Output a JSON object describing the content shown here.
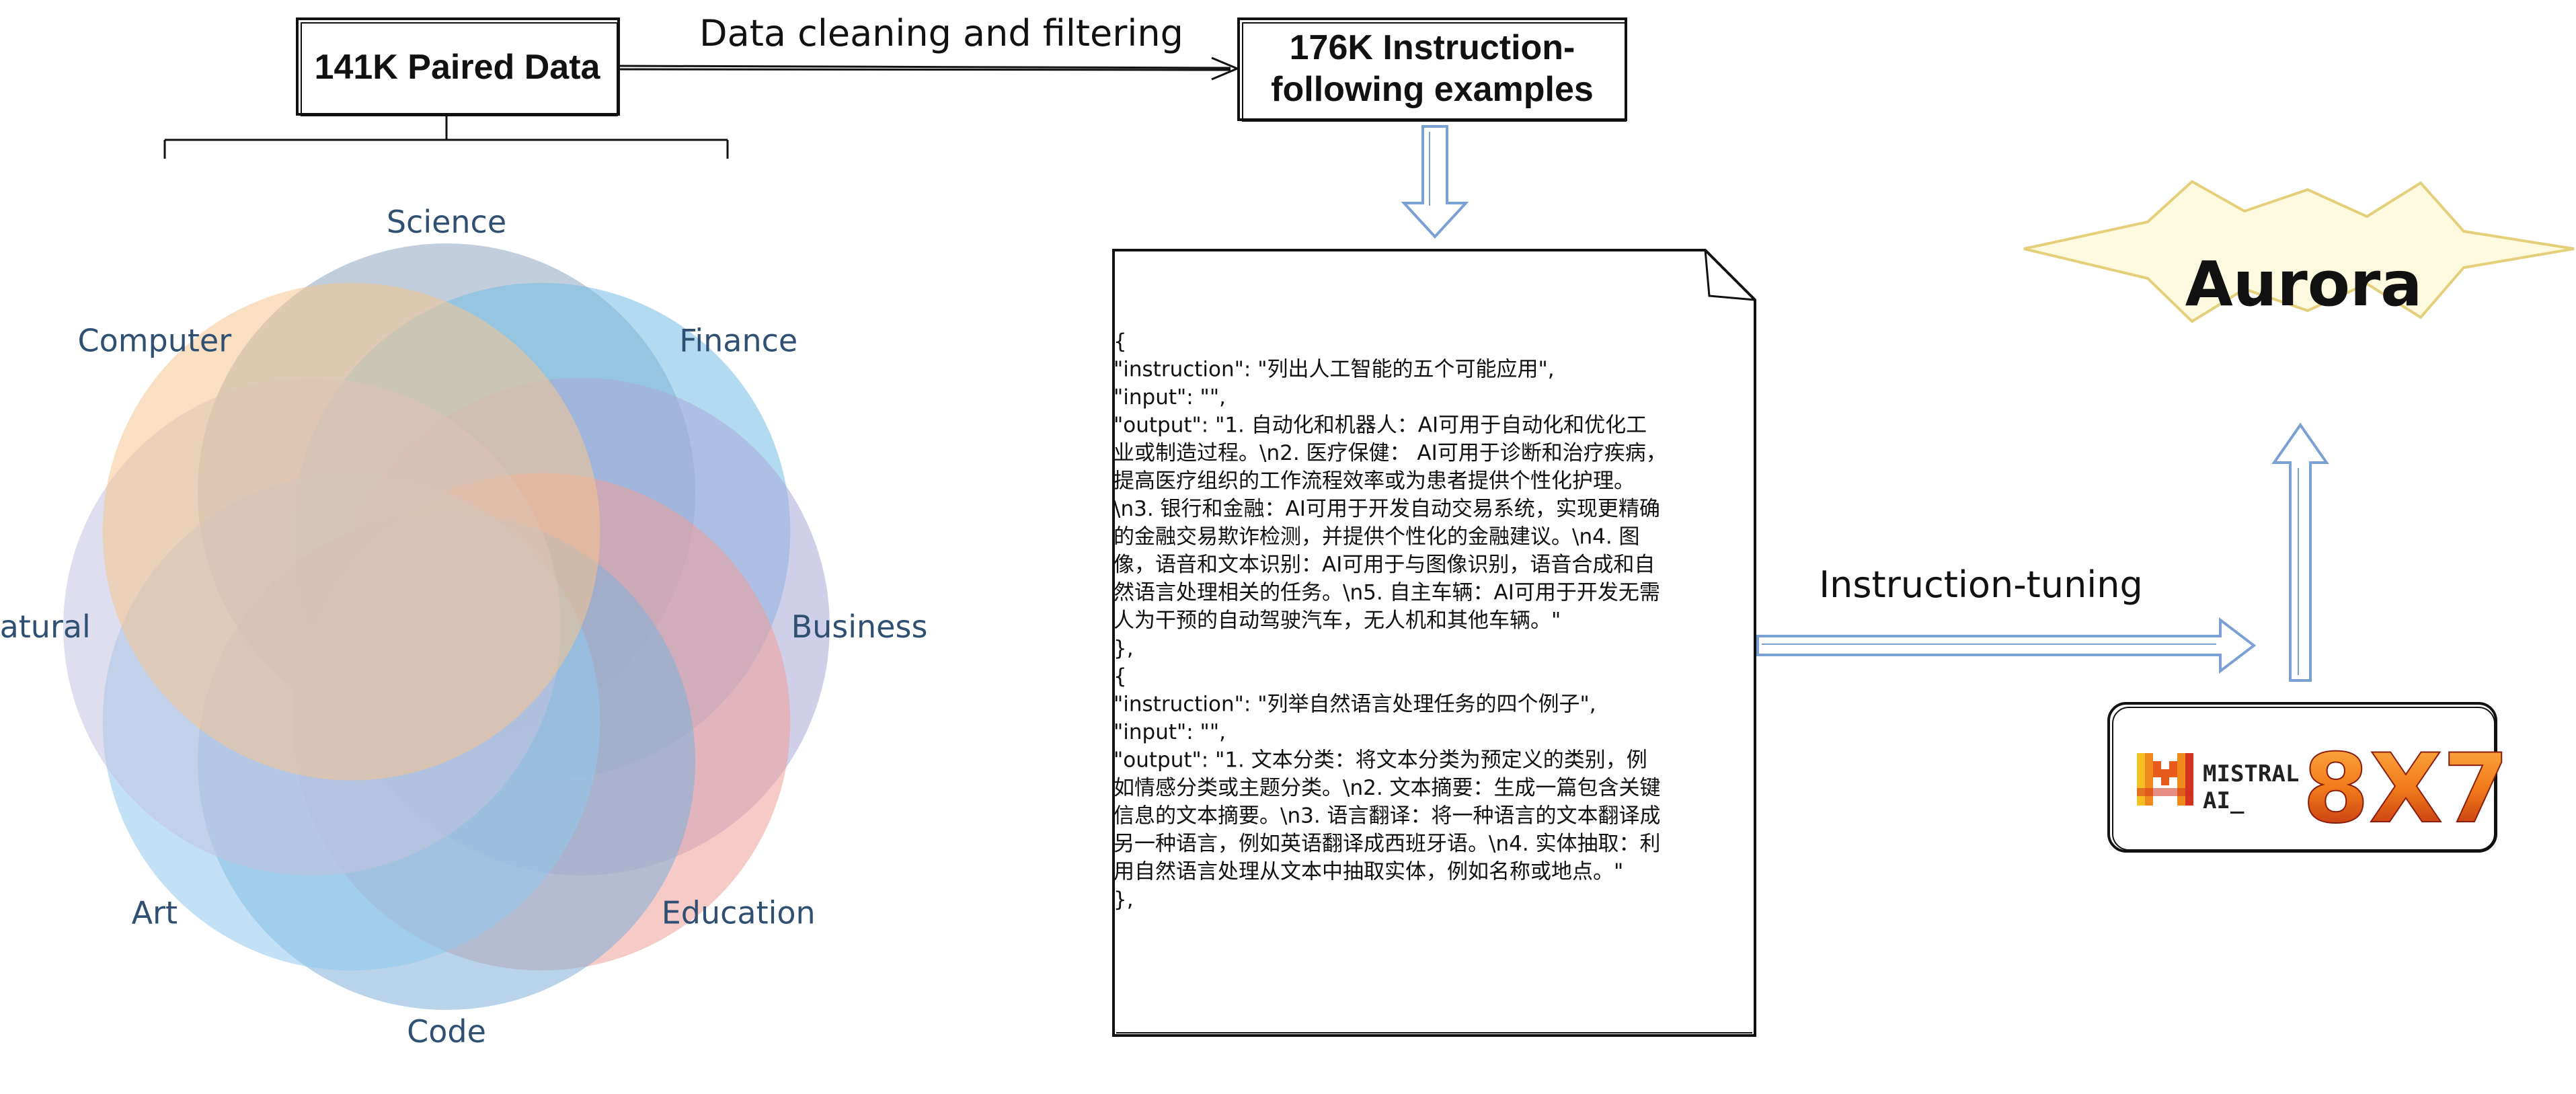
{
  "source_box": {
    "label": "141K Paired Data"
  },
  "process_arrow": {
    "label": "Data cleaning and filtering"
  },
  "target_box": {
    "line1": "176K Instruction-",
    "line2": "following examples"
  },
  "domains": [
    {
      "label": "Science",
      "color": "#8fa5bd"
    },
    {
      "label": "Finance",
      "color": "#73bde6"
    },
    {
      "label": "Business",
      "color": "#a9a8d8"
    },
    {
      "label": "Education",
      "color": "#ef9f99"
    },
    {
      "label": "Code",
      "color": "#7fb1d9"
    },
    {
      "label": "Art",
      "color": "#8fc9ee"
    },
    {
      "label": "Natural",
      "color": "#c3c2e0"
    },
    {
      "label": "Computer",
      "color": "#f6c58f"
    }
  ],
  "document": {
    "lines": [
      "{",
      "    \"instruction\": \"列出人工智能的五个可能应用\",",
      "    \"input\": \"\",",
      "    \"output\": \"1. 自动化和机器人：AI可用于自动化和优化工",
      "业或制造过程。\\n2. 医疗保健： AI可用于诊断和治疗疾病，",
      "提高医疗组织的工作流程效率或为患者提供个性化护理。",
      "\\n3. 银行和金融：AI可用于开发自动交易系统，实现更精确",
      "的金融交易欺诈检测，并提供个性化的金融建议。\\n4. 图",
      "像，语音和文本识别：AI可用于与图像识别，语音合成和自",
      "然语言处理相关的任务。\\n5. 自主车辆：AI可用于开发无需",
      "人为干预的自动驾驶汽车，无人机和其他车辆。\"",
      "  },",
      "  {",
      "    \"instruction\": \"列举自然语言处理任务的四个例子\",",
      "    \"input\": \"\",",
      "    \"output\": \"1. 文本分类：将文本分类为预定义的类别，例",
      "如情感分类或主题分类。\\n2. 文本摘要：生成一篇包含关键",
      "信息的文本摘要。\\n3. 语言翻译：将一种语言的文本翻译成",
      "另一种语言，例如英语翻译成西班牙语。\\n4. 实体抽取：利",
      "用自然语言处理从文本中抽取实体，例如名称或地点。\"",
      "  },"
    ]
  },
  "tuning_arrow": {
    "label": "Instruction-tuning"
  },
  "result": {
    "label": "Aurora"
  },
  "base_model": {
    "brand_line1": "MISTRAL",
    "brand_line2": "AI_",
    "size_label": "8X7"
  },
  "colors": {
    "star_fill": "#fdfae0",
    "star_stroke": "#e6cf7a",
    "arrow_blue": "#7aa0d4",
    "ink": "#111111",
    "brand_orange": "#f08a1c",
    "brand_red": "#d2321e"
  }
}
